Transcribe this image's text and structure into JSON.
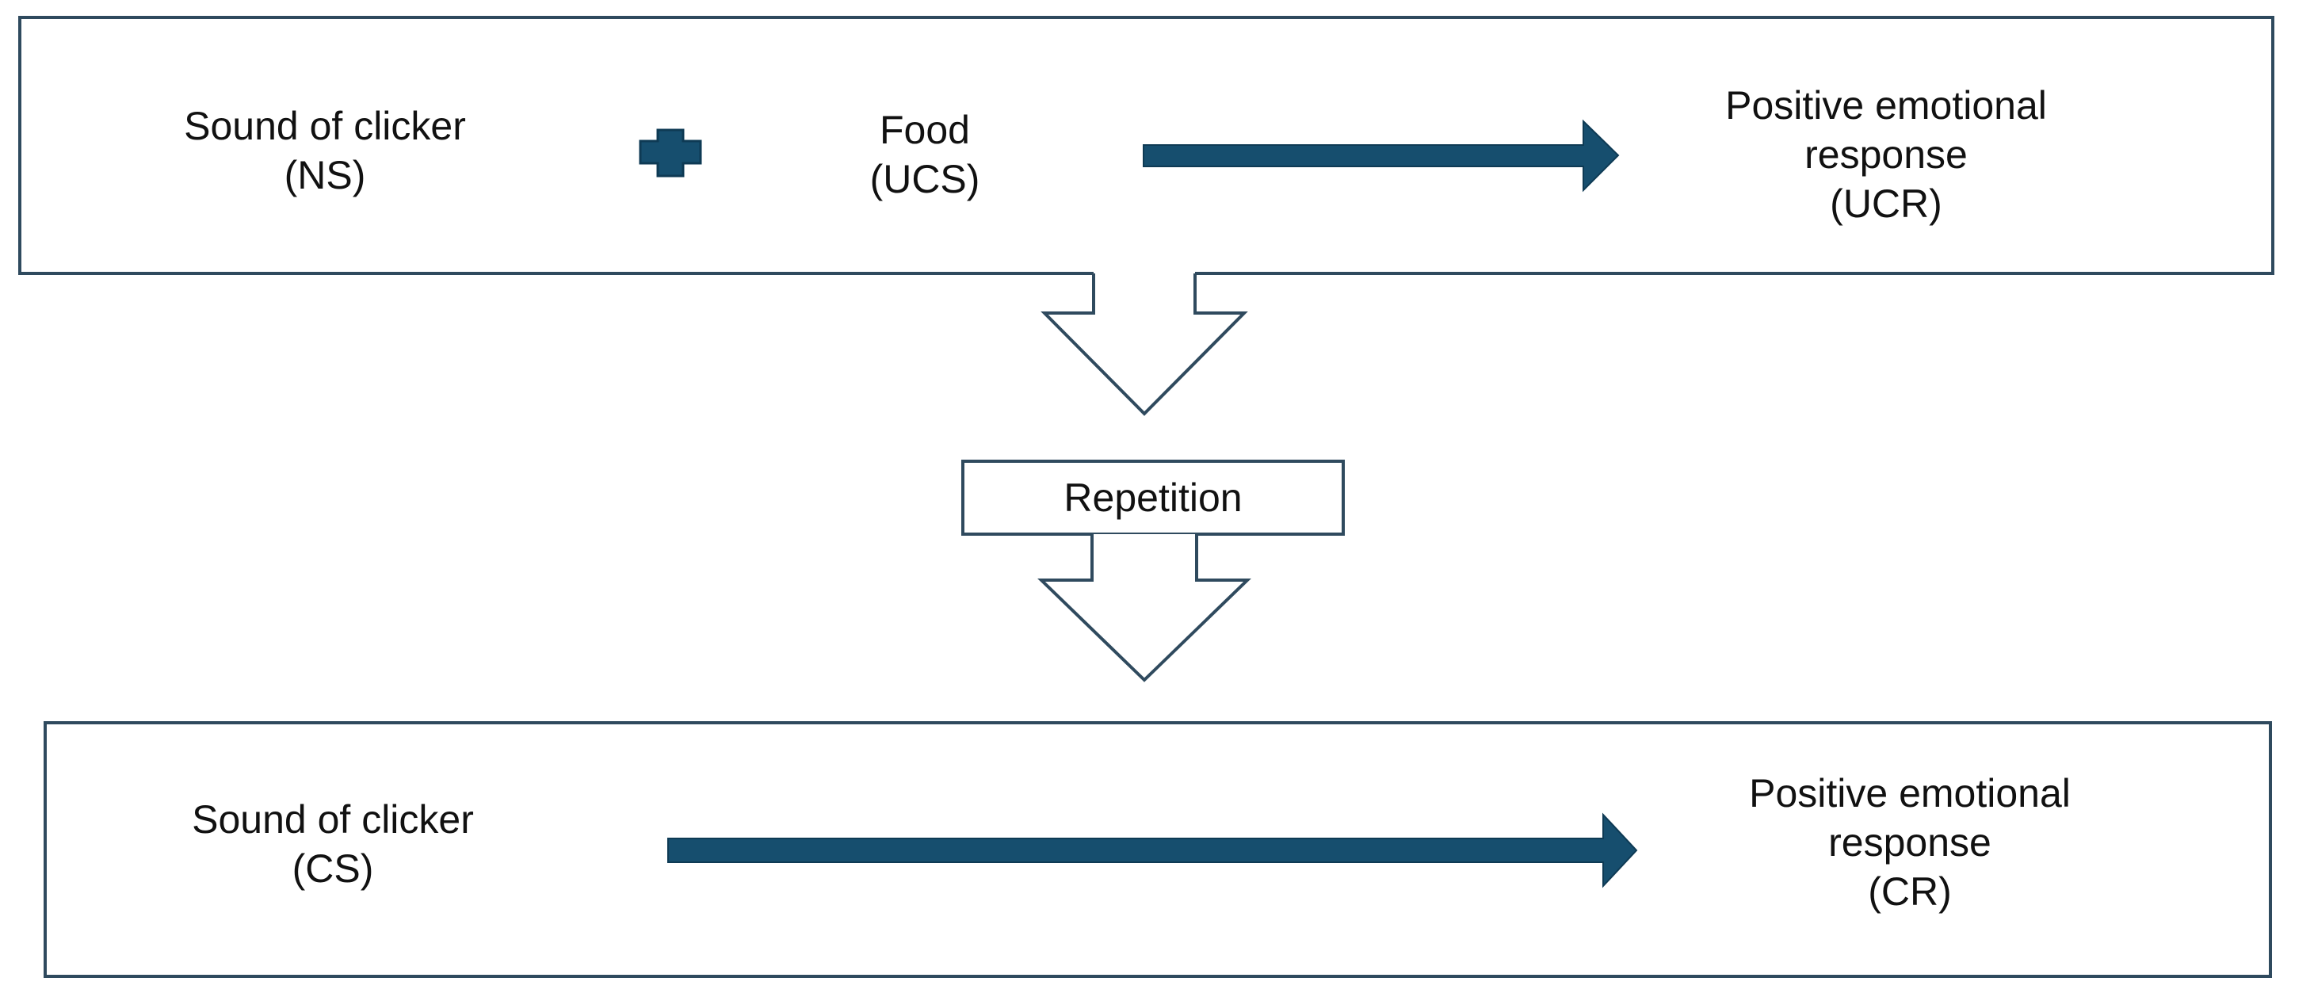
{
  "colors": {
    "accent": "#164e6e",
    "box_border": "#2f4a5e",
    "text": "#111111",
    "background": "#ffffff"
  },
  "top_row": {
    "stimulus_1": {
      "line1": "Sound of clicker",
      "line2": "(NS)"
    },
    "plus_icon": "plus-icon",
    "stimulus_2": {
      "line1": "Food",
      "line2": "(UCS)"
    },
    "response": {
      "line1": "Positive emotional",
      "line2": "response",
      "line3": "(UCR)"
    }
  },
  "middle": {
    "repetition_label": "Repetition"
  },
  "bottom_row": {
    "stimulus": {
      "line1": "Sound of clicker",
      "line2": "(CS)"
    },
    "response": {
      "line1": "Positive emotional",
      "line2": "response",
      "line3": "(CR)"
    }
  }
}
